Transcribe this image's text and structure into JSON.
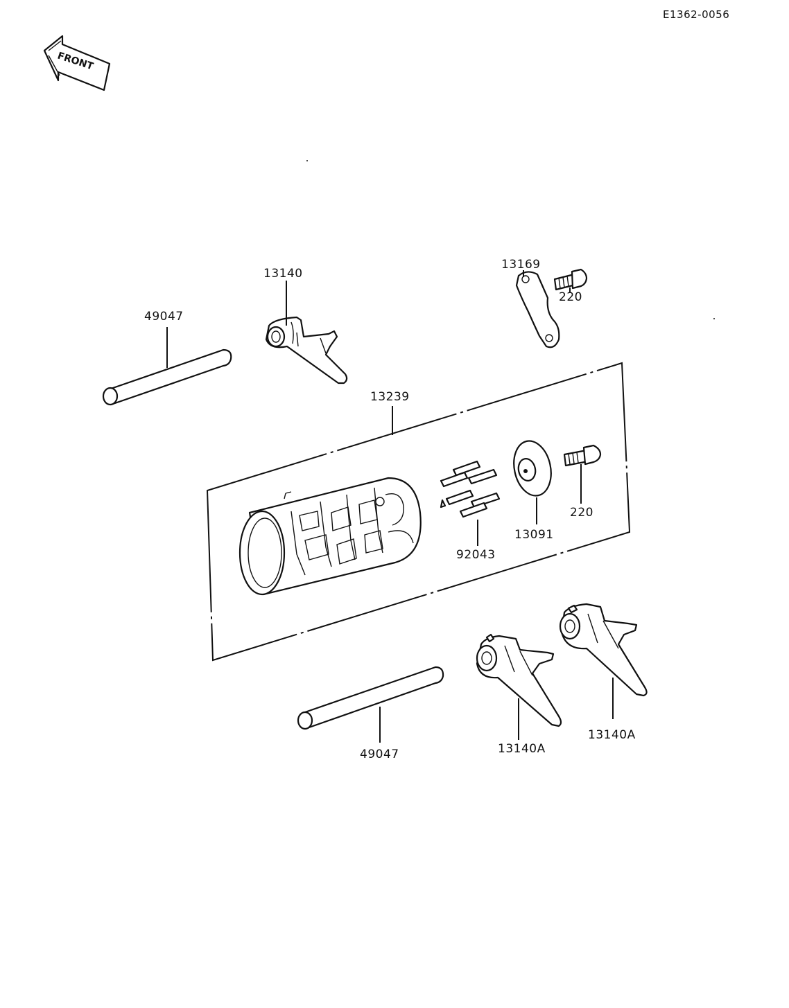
{
  "diagram": {
    "code": "E1362-0056",
    "front_label": "FRONT",
    "parts": {
      "shaft_upper": "49047",
      "fork_upper": "13140",
      "plate": "13169",
      "screw_upper": "220",
      "drum_assy": "13239",
      "pins": "92043",
      "holder": "13091",
      "screw_lower": "220",
      "shaft_lower": "49047",
      "fork_lower_left": "13140A",
      "fork_lower_right": "13140A"
    }
  }
}
